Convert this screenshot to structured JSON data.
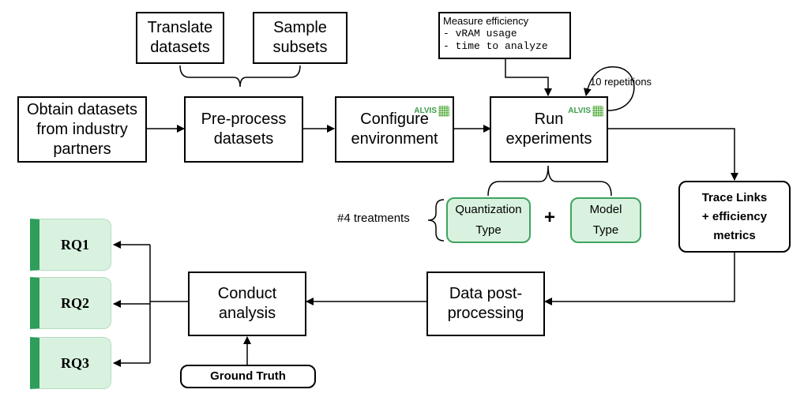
{
  "nodes": {
    "obtain": "Obtain datasets\nfrom industry\npartners",
    "translate": "Translate\ndatasets",
    "sample": "Sample\nsubsets",
    "preprocess": "Pre-process\ndatasets",
    "configure": "Configure\nenvironment",
    "run": "Run\nexperiments",
    "trace_links": "Trace Links\n+ efficiency\nmetrics",
    "post_processing": "Data post-\nprocessing",
    "conduct": "Conduct\nanalysis",
    "ground_truth": "Ground Truth",
    "quantization": "Quantization\nType",
    "model": "Model\nType"
  },
  "measure": {
    "title": "Measure efficiency",
    "items": [
      "- vRAM usage",
      "- time to analyze"
    ]
  },
  "labels": {
    "repetitions": "10 repetitions",
    "treatments": "#4 treatments",
    "plus": "+"
  },
  "alvis_logo": "ALVIS",
  "research_questions": [
    "RQ1",
    "RQ2",
    "RQ3"
  ],
  "colors": {
    "green_fill": "#d9f2df",
    "green_border": "#3fa35f",
    "rq_bar": "#2e9e5a"
  }
}
